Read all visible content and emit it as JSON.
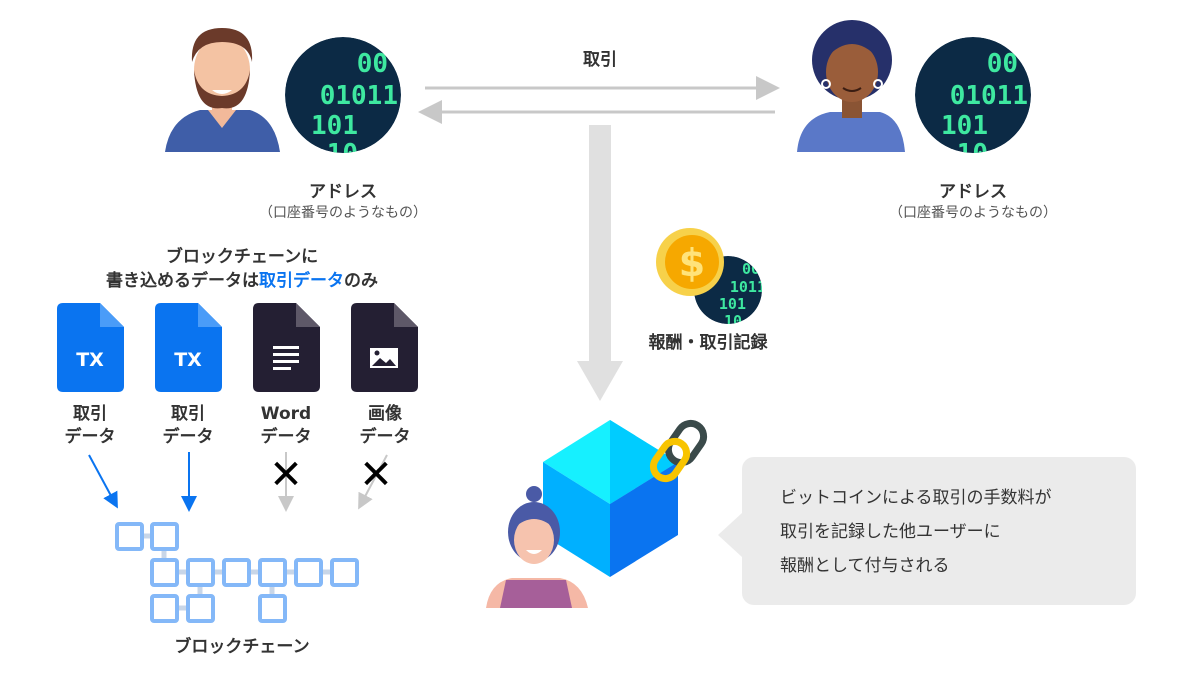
{
  "transaction_label": "取引",
  "left_party": {
    "address_label": "アドレス",
    "address_note": "（口座番号のようなもの）"
  },
  "right_party": {
    "address_label": "アドレス",
    "address_note": "（口座番号のようなもの）"
  },
  "binary_digits": [
    "00",
    "01011",
    "101",
    "10"
  ],
  "reward_label": "報酬・取引記録",
  "left_panel": {
    "title_line1": "ブロックチェーンに",
    "title_line2_prefix": "書き込めるデータは",
    "title_line2_highlight": "取引データ",
    "title_line2_suffix": "のみ",
    "files": [
      {
        "icon": "TX",
        "line1": "取引",
        "line2": "データ",
        "allowed": true
      },
      {
        "icon": "TX",
        "line1": "取引",
        "line2": "データ",
        "allowed": true
      },
      {
        "icon": "document-icon",
        "line1": "Word",
        "line2": "データ",
        "allowed": false
      },
      {
        "icon": "image-icon",
        "line1": "画像",
        "line2": "データ",
        "allowed": false
      }
    ],
    "reject_mark": "✕",
    "blockchain_label": "ブロックチェーン"
  },
  "bubble": {
    "line1": "ビットコインによる取引の手数料が",
    "line2": "取引を記録した他ユーザーに",
    "line3": "報酬として付与される"
  },
  "colors": {
    "blue": "#0a74f0",
    "light_blue": "#84b8f8",
    "dark_file": "#241f33",
    "arrow_gray": "#c8c8c8",
    "binary_green": "#3ee8a0",
    "binary_bg": "#0c2a45"
  }
}
